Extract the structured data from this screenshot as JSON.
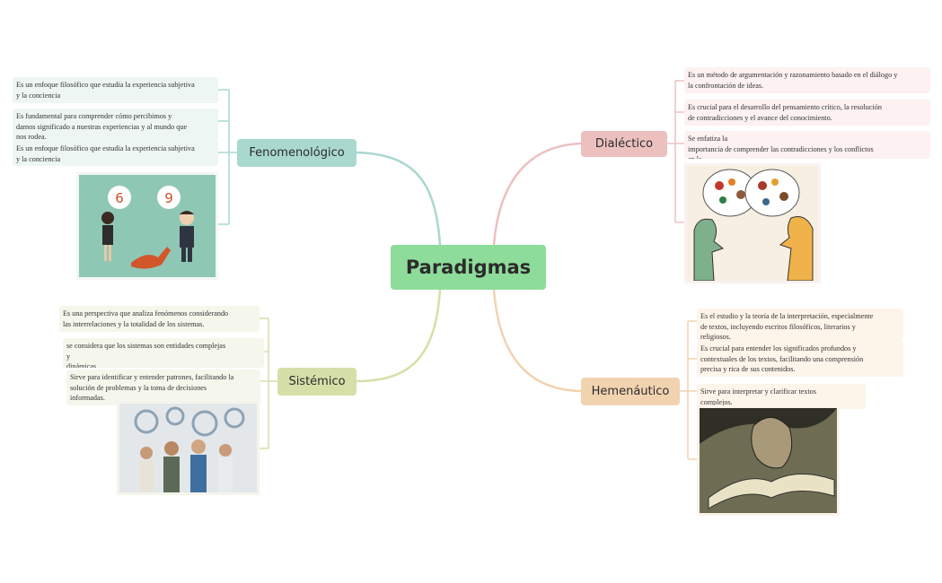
{
  "center": "Paradigmas",
  "branches": {
    "fenomenologico": {
      "label": "Fenomenológico",
      "color": "#a9d8cf",
      "leaves": [
        "Es un enfoque filosófico que estudia la experiencia subjetiva\ny la conciencia",
        "Es fundamental para comprender cómo percibimos y\ndamos significado a nuestras experiencias y al mundo que\nnos rodea.",
        "Es un enfoque filosófico que estudia la experiencia subjetiva\ny la conciencia"
      ],
      "image_numbers": [
        "6",
        "9"
      ]
    },
    "sistemico": {
      "label": "Sistémico",
      "color": "#d6dfa8",
      "leaves": [
        "Es una perspectiva que analiza fenómenos considerando\nlas interrelaciones y la totalidad de los sistemas.",
        "se considera que los sistemas son entidades complejas\ny\n   dinámicas.",
        "Sirve para identificar y  entender patrones, facilitando la\nsolución de problemas y la toma de decisiones\ninformadas."
      ]
    },
    "dialectico": {
      "label": "Dialéctico",
      "color": "#edc0c0",
      "leaves": [
        "Es un método de argumentación y razonamiento basado en el diálogo y\nla confrontación de ideas.",
        "Es crucial para el desarrollo del pensamiento crítico, la resolución\nde contradicciones y el avance del conocimiento.",
        "Se enfatiza la\n importancia de comprender las contradicciones y los conflictos\nen la"
      ]
    },
    "hermeneutico": {
      "label": "Hemenáutico",
      "color": "#f2d3b0",
      "leaves": [
        "Es el estudio y la teoría de la interpretación, especialmente\nde textos, incluyendo escritos filosóficos, literarios y\nreligiosos.",
        "Es crucial para entender los significados profundos y\ncontextuales de los textos, facilitando una comprensión\nprecisa y rica de sus contenidos.",
        "Sirve para interpretar y  clarificar textos\ncomplejos."
      ]
    }
  }
}
